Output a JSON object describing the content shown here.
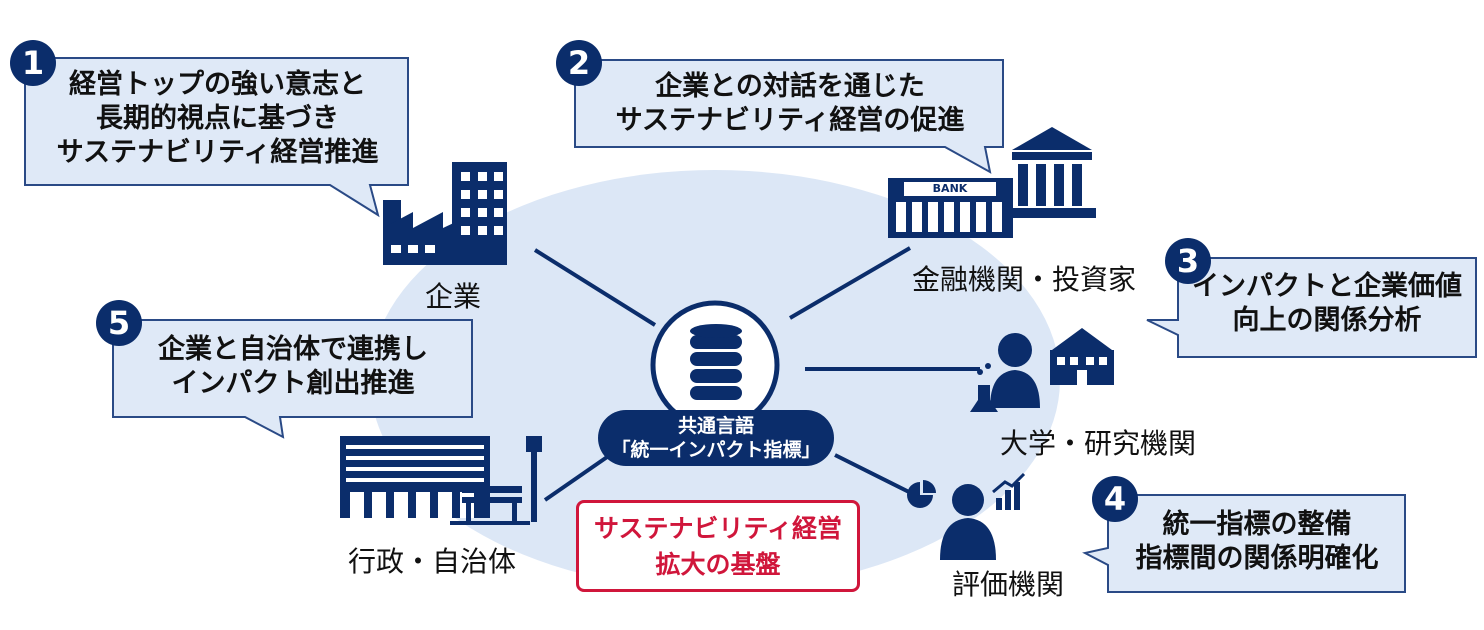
{
  "colors": {
    "navy": "#0b2d6b",
    "bubble_fill": "#dfe9f7",
    "bubble_stroke": "#2a4a86",
    "ellipse": "#dce7f6",
    "accent_red": "#d0163b"
  },
  "bubbles": [
    {
      "number": "1",
      "lines": [
        "経営トップの強い意志と",
        "長期的視点に基づき",
        "サステナビリティ経営推進"
      ]
    },
    {
      "number": "2",
      "lines": [
        "企業との対話を通じた",
        "サステナビリティ経営の促進"
      ]
    },
    {
      "number": "3",
      "lines": [
        "インパクトと企業価値",
        "向上の関係分析"
      ]
    },
    {
      "number": "4",
      "lines": [
        "統一指標の整備",
        "指標間の関係明確化"
      ]
    },
    {
      "number": "5",
      "lines": [
        "企業と自治体で連携し",
        "インパクト創出推進"
      ]
    }
  ],
  "actors": {
    "company": "企業",
    "finance": "金融機関・投資家",
    "academia": "大学・研究機関",
    "rating": "評価機関",
    "government": "行政・自治体"
  },
  "bank_sign": "BANK",
  "hub": {
    "line1": "共通言語",
    "line2": "「統一インパクト指標」"
  },
  "foundation": {
    "line1": "サステナビリティ経営",
    "line2": "拡大の基盤"
  },
  "icons": [
    "database-icon",
    "factory-icon",
    "bank-icon",
    "researcher-icon",
    "school-icon",
    "analyst-icon",
    "city-building-icon",
    "street-lamp-icon",
    "bench-icon"
  ]
}
